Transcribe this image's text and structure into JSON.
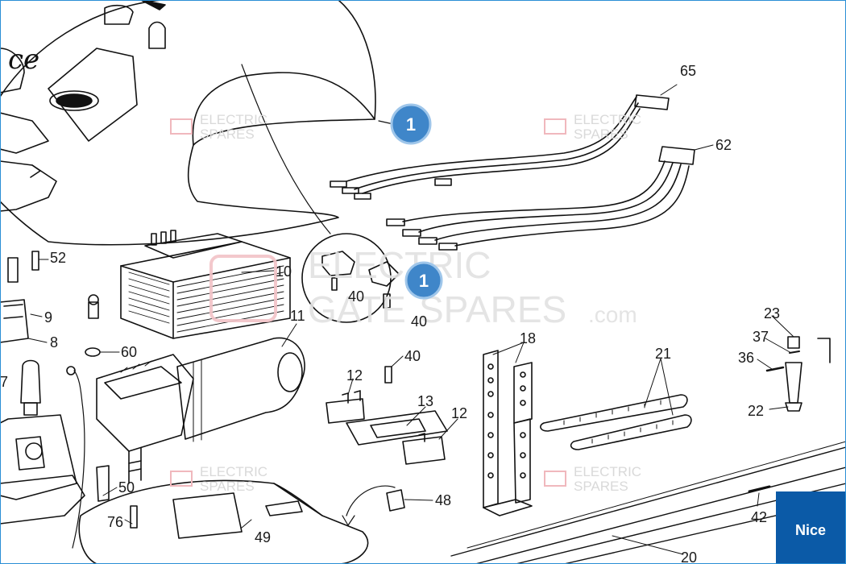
{
  "callouts": [
    {
      "label": "1"
    },
    {
      "label": "1"
    }
  ],
  "part_labels": {
    "p65": "65",
    "p62": "62",
    "p52": "52",
    "p10": "10",
    "p9": "9",
    "p8": "8",
    "p7": "7",
    "p60": "60",
    "p11": "11",
    "p40a": "40",
    "p40b": "40",
    "p40c": "40",
    "p18": "18",
    "p21": "21",
    "p23": "23",
    "p37": "37",
    "p36": "36",
    "p22": "22",
    "p12a": "12",
    "p13": "13",
    "p12b": "12",
    "p50": "50",
    "p76": "76",
    "p49": "49",
    "p48": "48",
    "p42": "42",
    "p20": "20"
  },
  "watermark": {
    "line1": "ELECTRIC",
    "line2a": "GATE",
    "line2b": "SPARES",
    "suffix": ".com"
  },
  "brand": {
    "name": "Nice"
  },
  "colors": {
    "callout": "#3f86c9",
    "brand": "#0b5aa7",
    "frame": "#2a8fd6",
    "watermark_red": "#f0b8bd"
  }
}
